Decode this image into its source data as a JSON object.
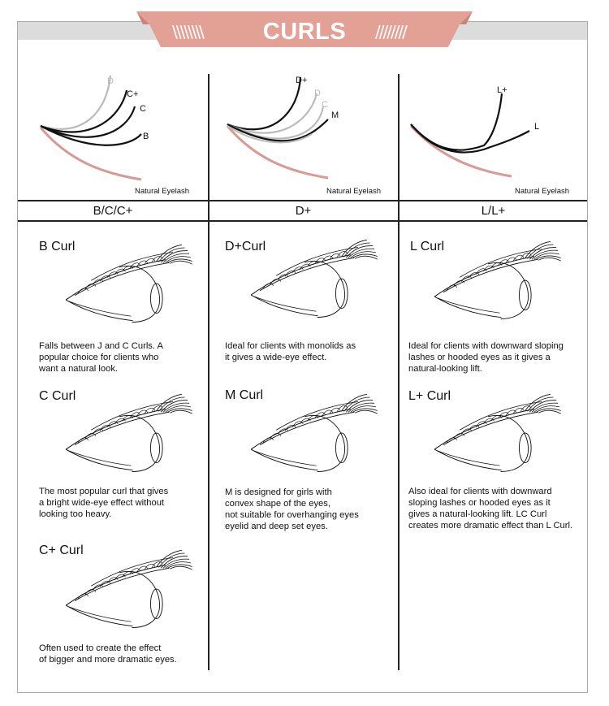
{
  "banner": {
    "title": "CURLS",
    "left_hatch": "\\\\\\\\\\\\\\\\",
    "right_hatch": "////////",
    "color": "#e3a195"
  },
  "diagrams": [
    {
      "labels": [
        "D",
        "C+",
        "C",
        "B"
      ],
      "natural_label": "Natural Eyelash"
    },
    {
      "labels": [
        "D+",
        "D",
        "C",
        "M"
      ],
      "natural_label": "Natural Eyelash"
    },
    {
      "labels": [
        "L+",
        "L"
      ],
      "natural_label": "Natural Eyelash"
    }
  ],
  "columns": [
    "B/C/C+",
    "D+",
    "L/L+"
  ],
  "curls": [
    {
      "title": "B Curl",
      "description": "Falls between J and C Curls. A\npopular choice for clients who\nwant a natural look."
    },
    {
      "title": "C Curl",
      "description": "The most popular curl that gives\na bright wide-eye effect without\nlooking too heavy."
    },
    {
      "title": "C+ Curl",
      "description": "Often used to create the effect\nof bigger and more dramatic eyes."
    },
    {
      "title": "D+Curl",
      "description": "Ideal for clients with monolids as\nit gives a wide-eye effect."
    },
    {
      "title": "M Curl",
      "description": "M is designed for girls with\nconvex shape of the eyes,\nnot suitable for overhanging eyes\neyelid and deep set eyes."
    },
    {
      "title": "L Curl",
      "description": "Ideal for clients with downward sloping\nlashes or hooded eyes as it gives a\nnatural-looking lift."
    },
    {
      "title": "L+ Curl",
      "description": "Also ideal for clients with downward\nsloping lashes or hooded eyes as it\ngives a natural-looking lift. LC Curl\ncreates more dramatic effect than L Curl."
    }
  ],
  "colors": {
    "natural_lash": "#d89a94",
    "lash": "#111111",
    "faded_lash": "#bbbbbb",
    "frame": "#aaaaaa",
    "top_band": "#dcdcdc"
  },
  "icons": [
    "eye-with-lashes-icon"
  ]
}
